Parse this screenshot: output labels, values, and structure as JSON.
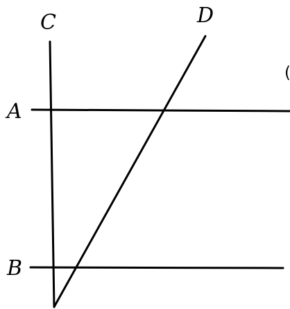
{
  "labels": {
    "a": "A",
    "b": "B",
    "c": "C",
    "d": "D"
  },
  "cropped_text": "امدین)",
  "colors": {
    "ink": "#000000",
    "background": "#ffffff"
  }
}
